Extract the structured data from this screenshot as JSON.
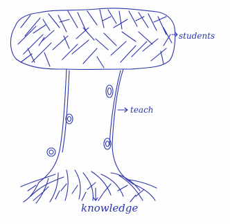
{
  "labels": {
    "crown": "students",
    "trunk": "teach",
    "roots": "knowledge"
  },
  "style": {
    "ink_color": "#2b34a8"
  },
  "parts": [
    {
      "name": "crown",
      "icon": "tree-crown-scribble",
      "meaning_label": "students"
    },
    {
      "name": "trunk",
      "icon": "tree-trunk-with-knots",
      "meaning_label": "teach"
    },
    {
      "name": "roots",
      "icon": "tree-roots-scribble",
      "meaning_label": "knowledge"
    }
  ]
}
